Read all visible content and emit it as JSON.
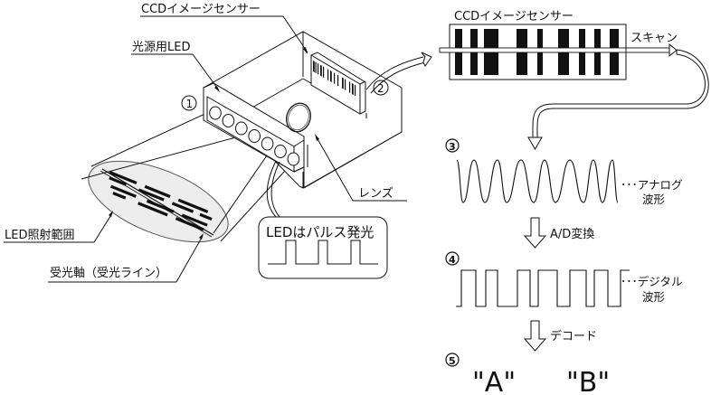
{
  "diagram": {
    "title": "CCD barcode scanner reading principle",
    "scanner": {
      "labels": {
        "ccd_sensor": "CCDイメージセンサー",
        "led_source": "光源用LED",
        "lens": "レンズ",
        "led_range": "LED照射範囲",
        "receive_axis": "受光軸（受光ライン）",
        "pulse_note": "LEDはパルス発光"
      },
      "step_markers": [
        "①",
        "②"
      ],
      "led_count": 7
    },
    "sensor_panel": {
      "title": "CCDイメージセンサー",
      "scan_label": "スキャン"
    },
    "steps": [
      {
        "marker": "③",
        "label_line1": "･･･アナログ",
        "label_line2": "波形"
      },
      {
        "arrow_label": "A/D変換"
      },
      {
        "marker": "④",
        "label_line1": "･･･デジタル",
        "label_line2": "波形"
      },
      {
        "arrow_label": "デコード"
      },
      {
        "marker": "⑤",
        "outputs": [
          "\"A\"",
          "\"B\""
        ]
      }
    ],
    "colors": {
      "line": "#111111",
      "fill": "#ffffff",
      "spot": "#ededed"
    }
  }
}
